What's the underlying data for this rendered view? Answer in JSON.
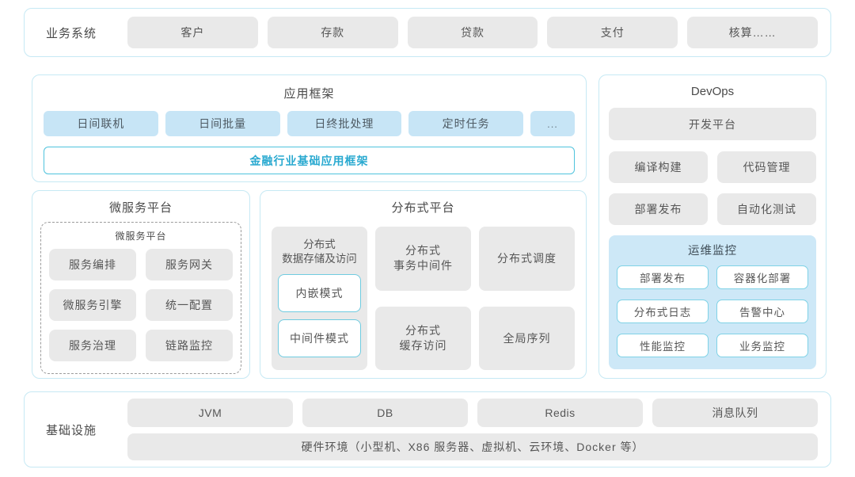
{
  "business_systems": {
    "label": "业务系统",
    "items": [
      "客户",
      "存款",
      "贷款",
      "支付",
      "核算……"
    ]
  },
  "app_framework": {
    "title": "应用框架",
    "items": [
      "日间联机",
      "日间批量",
      "日终批处理",
      "定时任务"
    ],
    "more": "...",
    "base_framework": "金融行业基础应用框架"
  },
  "microservice_platform": {
    "title": "微服务平台",
    "inner_title": "微服务平台",
    "items": [
      "服务编排",
      "服务网关",
      "微服务引擎",
      "统一配置",
      "服务治理",
      "链路监控"
    ]
  },
  "distributed_platform": {
    "title": "分布式平台",
    "storage_group": {
      "label": "分布式\n数据存储及访问",
      "modes": [
        "内嵌模式",
        "中间件模式"
      ]
    },
    "middle_col": [
      "分布式\n事务中间件",
      "分布式\n缓存访问"
    ],
    "right_col": [
      "分布式调度",
      "全局序列"
    ]
  },
  "devops": {
    "title": "DevOps",
    "dev_platform": "开发平台",
    "items": [
      "编译构建",
      "代码管理",
      "部署发布",
      "自动化测试"
    ],
    "ops_monitor": {
      "title": "运维监控",
      "items": [
        "部署发布",
        "容器化部署",
        "分布式日志",
        "告警中心",
        "性能监控",
        "业务监控"
      ]
    }
  },
  "infrastructure": {
    "label": "基础设施",
    "items": [
      "JVM",
      "DB",
      "Redis",
      "消息队列"
    ],
    "hardware": "硬件环境（小型机、X86 服务器、虚拟机、云环境、Docker 等）"
  },
  "colors": {
    "panel_border": "#c6e9f4",
    "grey_box": "#e9e9e9",
    "blue_box": "#c7e5f6",
    "accent_cyan": "#29a9d0",
    "monitor_bg": "#cde8f7",
    "monitor_box_border": "#7fd2e6"
  }
}
